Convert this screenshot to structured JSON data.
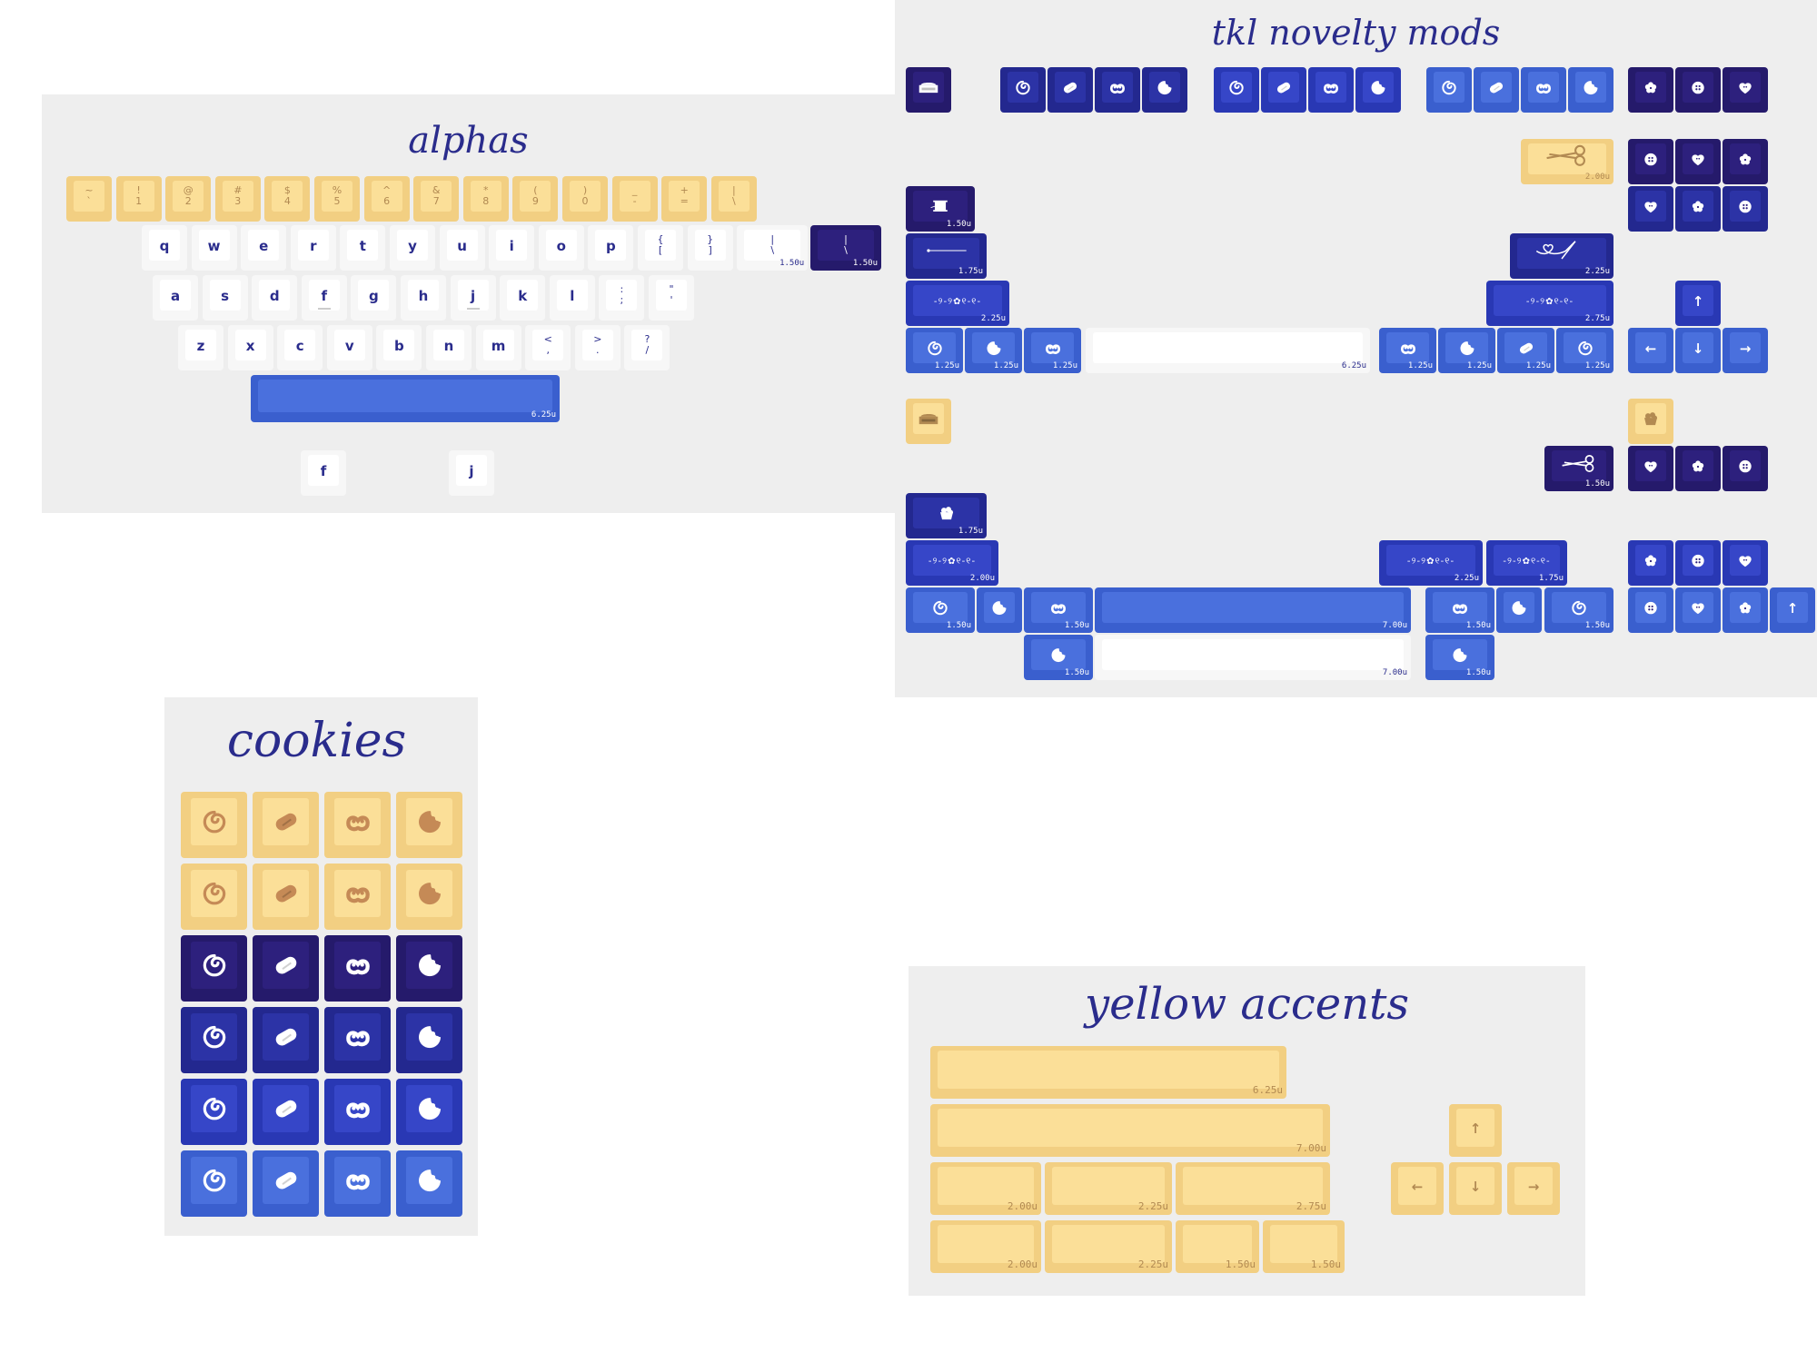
{
  "panels": {
    "alphas": {
      "title": "alphas"
    },
    "novelty": {
      "title": "tkl novelty mods"
    },
    "cookies": {
      "title": "cookies"
    },
    "accents": {
      "title": "yellow accents"
    }
  },
  "colors": {
    "yellow": "#fbdf98",
    "white": "#ffffff",
    "navy_dark": "#2d207d",
    "navy": "#2c33a6",
    "blue": "#3646c8",
    "blue_light": "#4a70dd",
    "title": "#2a2c8c"
  },
  "alphas": {
    "number_row": [
      {
        "top": "~",
        "bottom": "`"
      },
      {
        "top": "!",
        "bottom": "1"
      },
      {
        "top": "@",
        "bottom": "2"
      },
      {
        "top": "#",
        "bottom": "3"
      },
      {
        "top": "$",
        "bottom": "4"
      },
      {
        "top": "%",
        "bottom": "5"
      },
      {
        "top": "^",
        "bottom": "6"
      },
      {
        "top": "&",
        "bottom": "7"
      },
      {
        "top": "*",
        "bottom": "8"
      },
      {
        "top": "(",
        "bottom": "9"
      },
      {
        "top": ")",
        "bottom": "0"
      },
      {
        "top": "_",
        "bottom": "-"
      },
      {
        "top": "+",
        "bottom": "="
      },
      {
        "top": "|",
        "bottom": "\\"
      }
    ],
    "top_row": [
      "q",
      "w",
      "e",
      "r",
      "t",
      "y",
      "u",
      "i",
      "o",
      "p",
      "{\n[",
      "}\n]"
    ],
    "pipe_white": {
      "legend": "|\n\\",
      "size": "1.50u"
    },
    "pipe_navy": {
      "legend": "|\n\\",
      "size": "1.50u"
    },
    "home_row": [
      "a",
      "s",
      "d",
      "f",
      "g",
      "h",
      "j",
      "k",
      "l",
      ":\n;",
      "\"\n'"
    ],
    "bottom_row": [
      "z",
      "x",
      "c",
      "v",
      "b",
      "n",
      "m",
      "<\n,",
      ">\n.",
      "?\n/"
    ],
    "spacebar": {
      "size": "6.25u"
    },
    "homing": [
      "f",
      "j"
    ]
  },
  "novelty": {
    "esc_icon": "cookie-box",
    "row1_groups": [
      {
        "color": "navy",
        "icons": [
          "swirl",
          "cookie",
          "pretzel",
          "bitten"
        ]
      },
      {
        "color": "blue",
        "icons": [
          "swirl",
          "cookie",
          "pretzel",
          "bitten"
        ]
      },
      {
        "color": "blue_light",
        "icons": [
          "swirl",
          "cookie",
          "pretzel",
          "bitten"
        ]
      },
      {
        "color": "navy_dark",
        "icons": [
          "flower-button",
          "button",
          "heart-button"
        ]
      }
    ],
    "sizes": {
      "scissors_yellow": "2.00u",
      "tab": "1.50u",
      "caps": "1.75u",
      "enter": "2.25u",
      "lshift": "2.25u",
      "rshift": "2.75u",
      "space_625": "6.25u",
      "mod_125": "1.25u",
      "scissors_navy": "1.50u",
      "caps_alt": "1.75u",
      "lshift_alt": "2.00u",
      "rshift_225": "2.25u",
      "rshift_175": "1.75u",
      "mod_150": "1.50u",
      "space_700": "7.00u"
    },
    "arrows": {
      "up": "↑",
      "left": "←",
      "down": "↓",
      "right": "→"
    },
    "vine": "-୨-୨✿୧-୧-"
  },
  "cookies": {
    "rows": [
      {
        "color": "yellow"
      },
      {
        "color": "yellow"
      },
      {
        "color": "navy_dark"
      },
      {
        "color": "navy"
      },
      {
        "color": "blue"
      },
      {
        "color": "blue_light"
      }
    ],
    "icons": [
      "swirl",
      "cookie",
      "pretzel",
      "bitten"
    ]
  },
  "accents": {
    "sizes": {
      "space_625": "6.25u",
      "space_700": "7.00u",
      "r1": [
        "2.00u",
        "2.25u",
        "2.75u"
      ],
      "r2": [
        "2.00u",
        "2.25u",
        "1.50u",
        "1.50u"
      ]
    },
    "arrows": {
      "up": "↑",
      "left": "←",
      "down": "↓",
      "right": "→"
    }
  }
}
